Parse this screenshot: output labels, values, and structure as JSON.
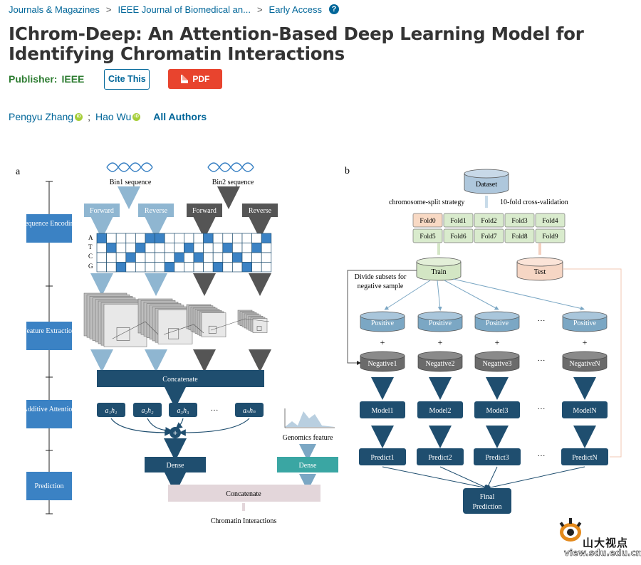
{
  "breadcrumb": {
    "items": [
      "Journals & Magazines",
      "IEEE Journal of Biomedical an...",
      "Early Access"
    ],
    "separator": ">"
  },
  "article": {
    "title": "IChrom-Deep: An Attention-Based Deep Learning Model for Identifying Chromatin Interactions",
    "publisher_label": "Publisher:",
    "publisher_name": "IEEE",
    "cite_label": "Cite This",
    "pdf_label": "PDF",
    "authors": [
      "Pengyu Zhang",
      "Hao Wu"
    ],
    "all_authors_label": "All Authors"
  },
  "figure": {
    "panel_a": {
      "label": "a",
      "stages": [
        "Sequence Encoding",
        "Feature Extraction",
        "Additive Attention",
        "Prediction"
      ],
      "bin1": "Bin1 sequence",
      "bin2": "Bin2 sequence",
      "strands": [
        "Forward",
        "Reverse",
        "Forward",
        "Reverse"
      ],
      "bases": [
        "A",
        "T",
        "C",
        "G"
      ],
      "concatenate": "Concatenate",
      "attention_terms": [
        "a₁h₁",
        "a₂h₂",
        "a₃h₃",
        "···",
        "aₙhₙ"
      ],
      "genomics": "Genomics feature",
      "dense": "Dense",
      "concatenate2": "Concatenate",
      "output": "Chromatin Interactions"
    },
    "panel_b": {
      "label": "b",
      "dataset": "Dataset",
      "chrom_split": "chromosome-split strategy",
      "cv": "10-fold cross-validation",
      "folds": [
        "Fold0",
        "Fold1",
        "Fold2",
        "Fold3",
        "Fold4",
        "Fold5",
        "Fold6",
        "Fold7",
        "Fold8",
        "Fold9"
      ],
      "train": "Train",
      "test": "Test",
      "divide_note": [
        "Divide subsets for",
        "negative sample"
      ],
      "positive": "Positive",
      "negatives": [
        "Negative1",
        "Negative2",
        "Negative3",
        "NegativeN"
      ],
      "models": [
        "Model1",
        "Model2",
        "Model3",
        "ModelN"
      ],
      "predicts": [
        "Predict1",
        "Predict2",
        "Predict3",
        "PredictN"
      ],
      "plus": "+",
      "ellipsis": "···",
      "final": [
        "Final",
        "Prediction"
      ]
    },
    "colors": {
      "dark_blue": "#1f4e6f",
      "light_blue": "#7ba7c4",
      "accent_blue": "#3b82c4",
      "gray": "#555555",
      "teal": "#3aa6a3",
      "fold_orange": "#f8d9c4",
      "fold_green": "#d9ebcd"
    }
  },
  "watermark": {
    "text_cn": "山大视点",
    "url": "view.sdu.edu.cn"
  }
}
